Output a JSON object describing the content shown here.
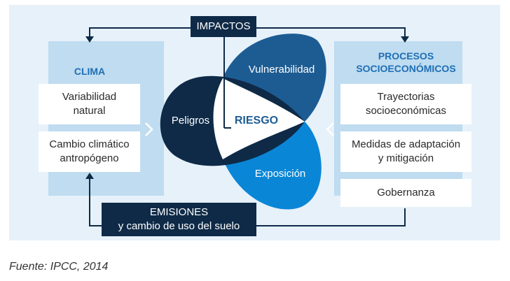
{
  "impactos_label": "IMPACTOS",
  "clima": {
    "heading": "CLIMA",
    "boxes": [
      "Variabilidad\nnatural",
      "Cambio climático\nantropógeno"
    ]
  },
  "procesos": {
    "heading": "PROCESOS\nSOCIOECONÓMICOS",
    "boxes": [
      "Trayectorias\nsocioeconómicas",
      "Medidas de adaptación\ny mitigación",
      "Gobernanza"
    ]
  },
  "riesgo": {
    "peligros": "Peligros",
    "vulnerabilidad": "Vulnerabilidad",
    "exposicion": "Exposición",
    "center": "RIESGO"
  },
  "emisiones_label": "EMISIONES\ny cambio de uso del suelo",
  "source": "Fuente: IPCC, 2014",
  "colors": {
    "dark_navy": "#0e2a47",
    "mid_blue": "#1d5c93",
    "bright_blue": "#0a86d6",
    "heading_blue": "#1f6fb5",
    "panel_bg": "#e6f1fa",
    "band_bg": "#bfdcf0"
  }
}
